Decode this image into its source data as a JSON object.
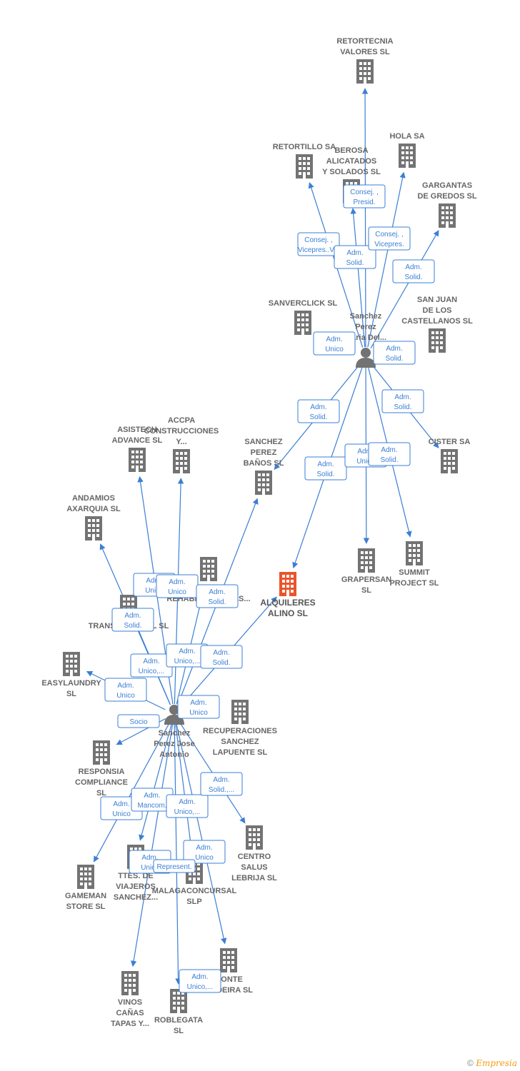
{
  "colors": {
    "node": "#737373",
    "main_node": "#e8552b",
    "edge": "#3b7fd4"
  },
  "nodes": [
    {
      "id": "retortecnia",
      "type": "company",
      "label": [
        "RETORTECNIA",
        "VALORES SL"
      ]
    },
    {
      "id": "holasa",
      "type": "company",
      "label": [
        "HOLA SA"
      ]
    },
    {
      "id": "retortillo",
      "type": "company",
      "label": [
        "RETORTILLO SA"
      ]
    },
    {
      "id": "berosa",
      "type": "company",
      "label": [
        "BEROSA",
        "ALICATADOS",
        "Y SOLADOS SL"
      ]
    },
    {
      "id": "gargantas",
      "type": "company",
      "label": [
        "GARGANTAS",
        "DE GREDOS SL"
      ]
    },
    {
      "id": "sanverclick",
      "type": "company",
      "label": [
        "SANVERCLICK SL"
      ]
    },
    {
      "id": "sanjuan",
      "type": "company",
      "label": [
        "SAN JUAN",
        "DE LOS",
        "CASTELLANOS SL"
      ]
    },
    {
      "id": "person1",
      "type": "person",
      "label": [
        "Sanchez",
        "Perez",
        "Maria Del..."
      ]
    },
    {
      "id": "cister",
      "type": "company",
      "label": [
        "CISTER SA"
      ]
    },
    {
      "id": "sanchezbanos",
      "type": "company",
      "label": [
        "SANCHEZ",
        "PEREZ",
        "BAÑOS SL"
      ]
    },
    {
      "id": "asistech",
      "type": "company",
      "label": [
        "ASISTECH",
        "ADVANCE SL"
      ]
    },
    {
      "id": "accpa",
      "type": "company",
      "label": [
        "ACCPA",
        "CONSTRUCCIONES",
        "Y..."
      ]
    },
    {
      "id": "andamios",
      "type": "company",
      "label": [
        "ANDAMIOS",
        "AXARQUIA SL"
      ]
    },
    {
      "id": "alquileres",
      "type": "main",
      "label": [
        "ALQUILERES",
        "ALINO SL"
      ]
    },
    {
      "id": "grapersan",
      "type": "company",
      "label": [
        "GRAPERSAN",
        "SL"
      ]
    },
    {
      "id": "summit",
      "type": "company",
      "label": [
        "SUMMIT",
        "PROJECT SL"
      ]
    },
    {
      "id": "rehab",
      "type": "company",
      "label": [
        "EFC",
        "REHABILITACIONES..."
      ]
    },
    {
      "id": "transs",
      "type": "company",
      "label": [
        "TRANSSOL NIVEL SL"
      ]
    },
    {
      "id": "easylaundry",
      "type": "company",
      "label": [
        "EASYLAUNDRY",
        "SL"
      ]
    },
    {
      "id": "person2",
      "type": "person",
      "label": [
        "Sanchez",
        "Perez Jose",
        "Antonio"
      ]
    },
    {
      "id": "recuperaciones",
      "type": "company",
      "label": [
        "RECUPERACIONES",
        "SANCHEZ",
        "LAPUENTE SL"
      ]
    },
    {
      "id": "responsia",
      "type": "company",
      "label": [
        "RESPONSIA",
        "COMPLIANCE",
        "SL"
      ]
    },
    {
      "id": "centrosalus",
      "type": "company",
      "label": [
        "CENTRO",
        "SALUS",
        "LEBRIJA SL"
      ]
    },
    {
      "id": "gameman",
      "type": "company",
      "label": [
        "GAMEMAN",
        "STORE SL"
      ]
    },
    {
      "id": "ttes",
      "type": "company",
      "label": [
        "TTES. DE",
        "VIAJEROS",
        "SANCHEZ..."
      ]
    },
    {
      "id": "malaga",
      "type": "company",
      "label": [
        "MALAGACONCURSAL",
        "SLP"
      ]
    },
    {
      "id": "vinos",
      "type": "company",
      "label": [
        "VINOS",
        "CAÑAS",
        "TAPAS Y..."
      ]
    },
    {
      "id": "roblegata",
      "type": "company",
      "label": [
        "ROBLEGATA",
        "SL"
      ]
    },
    {
      "id": "monte",
      "type": "company",
      "label": [
        "MONTE",
        "MADEIRA SL"
      ]
    }
  ],
  "roles": [
    {
      "lines": [
        "Consej. ,",
        "Presid."
      ]
    },
    {
      "lines": [
        "Consej. ,",
        "Vicepres..Vic"
      ]
    },
    {
      "lines": [
        "Adm.",
        "Solid."
      ]
    },
    {
      "lines": [
        "Consej. ,",
        "Vicepres."
      ]
    },
    {
      "lines": [
        "Adm.",
        "Solid."
      ]
    },
    {
      "lines": [
        "Adm.",
        "Unico"
      ]
    },
    {
      "lines": [
        "Adm.",
        "Solid."
      ]
    },
    {
      "lines": [
        "Adm.",
        "Solid."
      ]
    },
    {
      "lines": [
        "Adm.",
        "Solid."
      ]
    },
    {
      "lines": [
        "Adm.",
        "Solid."
      ]
    },
    {
      "lines": [
        "Adm.",
        "Unico"
      ]
    },
    {
      "lines": [
        "Adm.",
        "Solid."
      ]
    },
    {
      "lines": [
        "Adm.",
        "Unico"
      ]
    },
    {
      "lines": [
        "Adm.",
        "Unico"
      ]
    },
    {
      "lines": [
        "Adm.",
        "Solid."
      ]
    },
    {
      "lines": [
        "Adm.",
        "Solid."
      ]
    },
    {
      "lines": [
        "Adm.",
        "Unico,..."
      ]
    },
    {
      "lines": [
        "Adm.",
        "Unico,..."
      ]
    },
    {
      "lines": [
        "Adm.",
        "Solid."
      ]
    },
    {
      "lines": [
        "Adm.",
        "Unico"
      ]
    },
    {
      "lines": [
        "Adm.",
        "Unico"
      ]
    },
    {
      "lines": [
        "Socio"
      ]
    },
    {
      "lines": [
        "Adm.",
        "Unico"
      ]
    },
    {
      "lines": [
        "Adm.",
        "Mancom."
      ]
    },
    {
      "lines": [
        "Adm.",
        "Unico,..."
      ]
    },
    {
      "lines": [
        "Adm.",
        "Solid.,..."
      ]
    },
    {
      "lines": [
        "Adm.",
        "Unico"
      ]
    },
    {
      "lines": [
        "Adm.",
        "Unico"
      ]
    },
    {
      "lines": [
        "Represent."
      ]
    },
    {
      "lines": [
        "Adm.",
        "Unico,..."
      ]
    }
  ],
  "footer": {
    "copyright": "©",
    "brand": "Empresia"
  }
}
